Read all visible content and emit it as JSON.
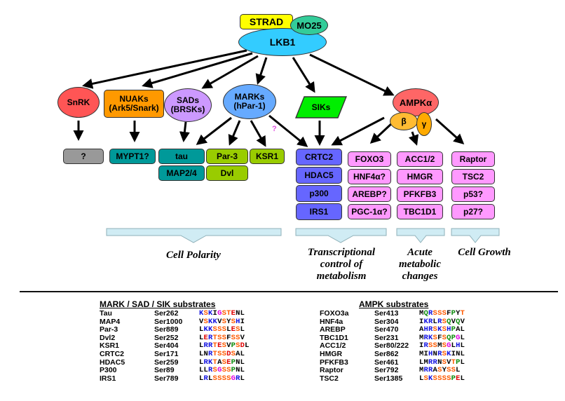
{
  "colors": {
    "strad": "#ffff00",
    "mo25": "#33cc99",
    "lkb1": "#33ccff",
    "snrk": "#ff5555",
    "nuaks": "#ff9900",
    "sads": "#cc99ff",
    "marks": "#66aaff",
    "siks": "#00ee00",
    "ampk": "#ff6666",
    "beta": "#ffbb33",
    "gamma": "#ffaa00",
    "unknown": "#999999",
    "polarity_teal": "#009999",
    "polarity_green": "#99cc00",
    "transcription": "#6666ff",
    "metabolic": "#ff99ff",
    "brace": "#d0ecf4",
    "aa": {
      "K": "#1010e0",
      "R": "#1010e0",
      "H": "#1010e0",
      "S": "#ff5a00",
      "T": "#ff5a00",
      "D": "#e00000",
      "E": "#e00000",
      "P": "#0a8a0a",
      "G": "#e000e0",
      "Q": "#0a8a0a"
    }
  },
  "nodes": {
    "strad": "STRAD",
    "mo25": "MO25",
    "lkb1": "LKB1",
    "snrk": "SnRK",
    "nuaks_1": "NUAKs",
    "nuaks_2": "(Ark5/Snark)",
    "sads_1": "SADs",
    "sads_2": "(BRSKs)",
    "marks_1": "MARKs",
    "marks_2": "(hPar-1)",
    "siks": "SIKs",
    "ampk": "AMPKα",
    "beta": "β",
    "gamma": "γ"
  },
  "substrates": {
    "unknown": "?",
    "mypt1": "MYPT1?",
    "tau": "tau",
    "map2_4": "MAP2/4",
    "par3": "Par-3",
    "dvl": "Dvl",
    "ksr1": "KSR1",
    "mark_q": "?",
    "crtc2": "CRTC2",
    "hdac5": "HDAC5",
    "p300": "p300",
    "irs1": "IRS1",
    "foxo3": "FOXO3",
    "hnf4a": "HNF4α?",
    "arebp": "AREBP?",
    "pgc1a": "PGC-1α?",
    "acc": "ACC1/2",
    "hmgr": "HMGR",
    "pfkfb3": "PFKFB3",
    "tbc1d1": "TBC1D1",
    "raptor": "Raptor",
    "tsc2": "TSC2",
    "p53": "p53?",
    "p27": "p27?"
  },
  "captions": {
    "polarity": "Cell Polarity",
    "transcription_1": "Transcriptional",
    "transcription_2": "control of",
    "transcription_3": "metabolism",
    "acute_1": "Acute",
    "acute_2": "metabolic",
    "acute_3": "changes",
    "growth": "Cell Growth"
  },
  "mark_table": {
    "title": "MARK / SAD / SIK substrates",
    "rows": [
      {
        "protein": "Tau",
        "site": "Ser262",
        "seq": "KSKIGSTENL"
      },
      {
        "protein": "MAP4",
        "site": "Ser1000",
        "seq": "VSKKVSYSHI"
      },
      {
        "protein": "Par-3",
        "site": "Ser889",
        "seq": "LKKSSSLESL"
      },
      {
        "protein": "Dvl2",
        "site": "Ser252",
        "seq": "LERTSSFSSV"
      },
      {
        "protein": "KSR1",
        "site": "Ser404",
        "seq": "LRRTESVPSDL"
      },
      {
        "protein": "CRTC2",
        "site": "Ser171",
        "seq": "LNRTSSDSAL"
      },
      {
        "protein": "HDAC5",
        "site": "Ser259",
        "seq": "LRKTASEPNL"
      },
      {
        "protein": "P300",
        "site": "Ser89",
        "seq": "LLRSGSSPNL"
      },
      {
        "protein": "IRS1",
        "site": "Ser789",
        "seq": "LRLSSSSGRL"
      }
    ]
  },
  "ampk_table": {
    "title": "AMPK substrates",
    "rows": [
      {
        "protein": "FOXO3a",
        "site": "Ser413",
        "seq": "MQRSSSFPYT"
      },
      {
        "protein": "HNF4a",
        "site": "Ser304",
        "seq": "IKRLRSQVQV"
      },
      {
        "protein": "AREBP",
        "site": "Ser470",
        "seq": "AHRSKSHPAL"
      },
      {
        "protein": "TBC1D1",
        "site": "Ser231",
        "seq": "MRKSFSQPGL"
      },
      {
        "protein": "ACC1/2",
        "site": "Ser80/222",
        "seq": "IRSSMSGLHL"
      },
      {
        "protein": "HMGR",
        "site": "Ser862",
        "seq": "MIHNRSKINL"
      },
      {
        "protein": "PFKFB3",
        "site": "Ser461",
        "seq": "LMRRNSVTPL"
      },
      {
        "protein": "Raptor",
        "site": "Ser792",
        "seq": "MRRASYSSL"
      },
      {
        "protein": "TSC2",
        "site": "Ser1385",
        "seq": "LSKSSSSPEL"
      }
    ]
  }
}
